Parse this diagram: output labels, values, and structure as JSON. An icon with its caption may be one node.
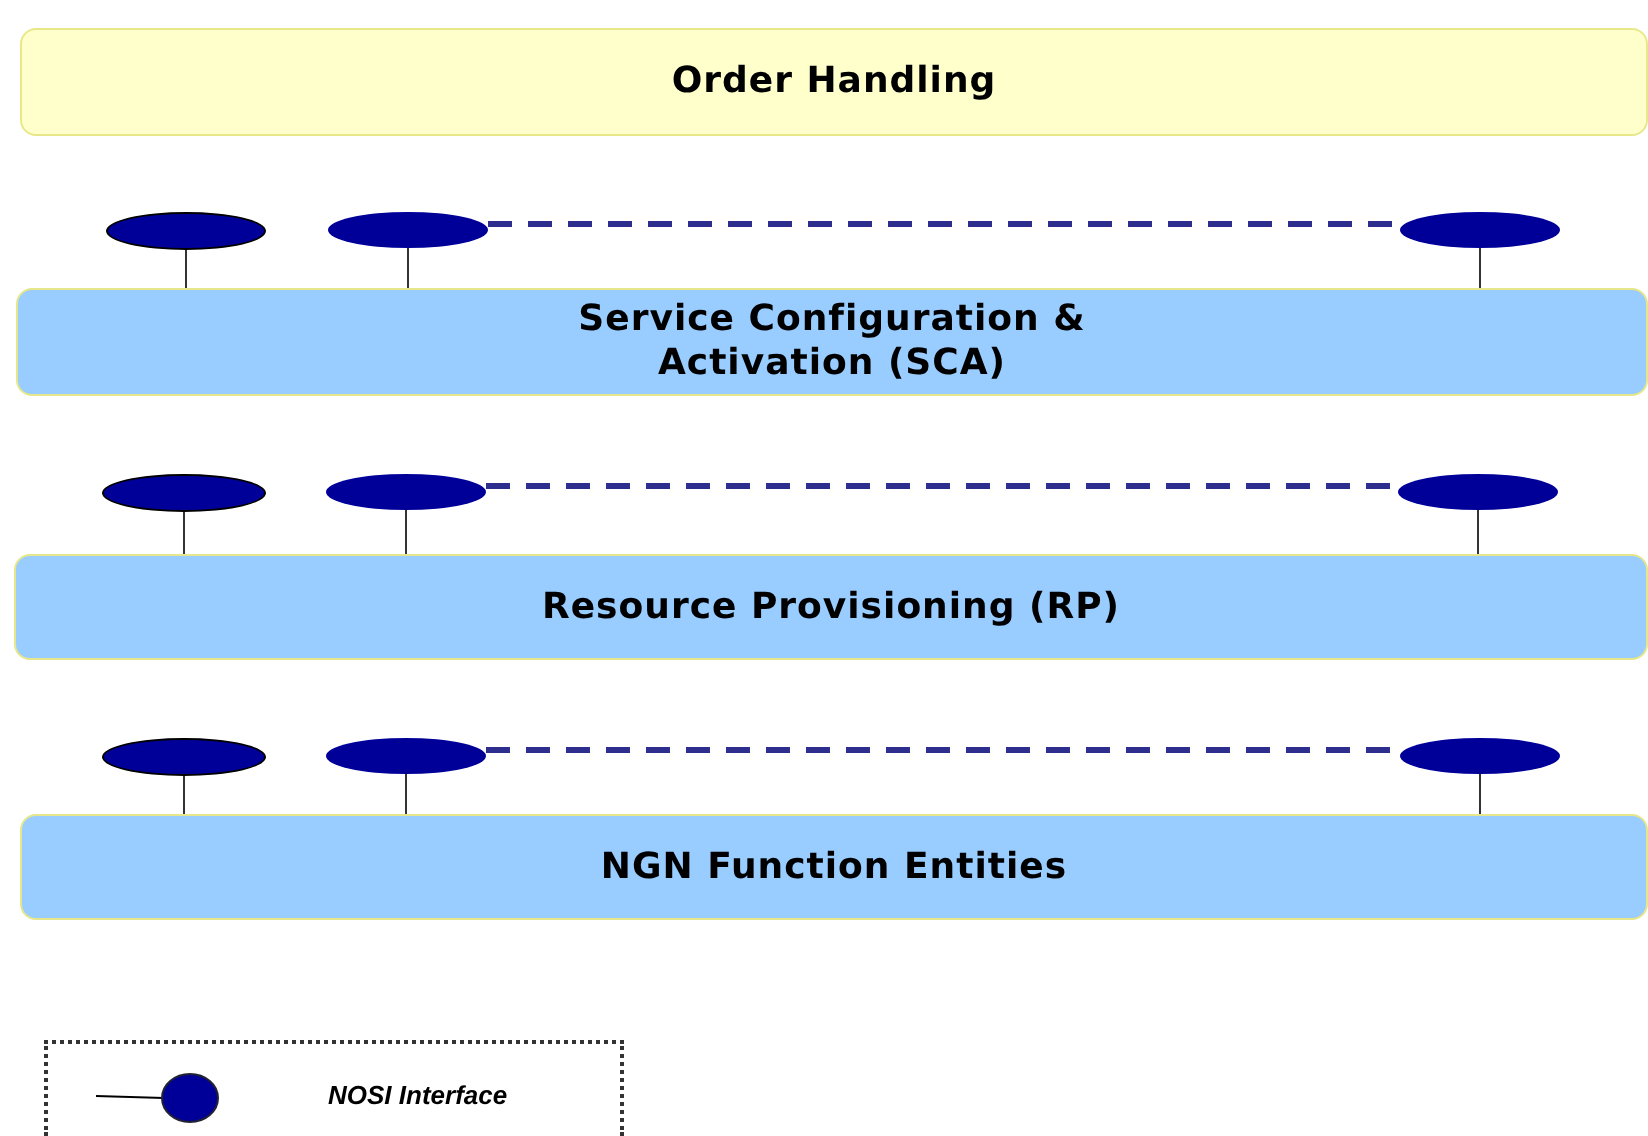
{
  "diagram": {
    "nodes": [
      {
        "text": [
          "Order Handling"
        ]
      },
      {
        "text": [],
        "shape": "ellipse"
      },
      {
        "text": [],
        "shape": "ellipse"
      },
      {
        "text": [],
        "shape": "ellipse"
      },
      {
        "text": [
          "Service Configuration & Activation (SCA)"
        ]
      },
      {
        "text": [],
        "shape": "ellipse"
      },
      {
        "text": [],
        "shape": "ellipse"
      },
      {
        "text": [],
        "shape": "ellipse"
      },
      {
        "text": [
          "Resource Provisioning (RP)"
        ]
      },
      {
        "text": [],
        "shape": "ellipse"
      },
      {
        "text": [],
        "shape": "ellipse"
      },
      {
        "text": [],
        "shape": "ellipse"
      },
      {
        "text": [
          "NGN Function Entities"
        ]
      }
    ],
    "edges": [
      {
        "from": 1,
        "to": 4,
        "arrow": "none"
      },
      {
        "from": 2,
        "to": 4,
        "arrow": "none"
      },
      {
        "from": 3,
        "to": 4,
        "arrow": "none"
      },
      {
        "from": 2,
        "to": 3,
        "arrow": "none",
        "style": "dashed",
        "color": "#2e2e8f"
      },
      {
        "from": 5,
        "to": 8,
        "arrow": "none"
      },
      {
        "from": 6,
        "to": 8,
        "arrow": "none"
      },
      {
        "from": 7,
        "to": 8,
        "arrow": "none"
      },
      {
        "from": 6,
        "to": 7,
        "arrow": "none",
        "style": "dashed",
        "color": "#2e2e8f"
      },
      {
        "from": 9,
        "to": 12,
        "arrow": "none"
      },
      {
        "from": 10,
        "to": 12,
        "arrow": "none"
      },
      {
        "from": 11,
        "to": 12,
        "arrow": "none"
      },
      {
        "from": 10,
        "to": 11,
        "arrow": "none",
        "style": "dashed",
        "color": "#2e2e8f"
      }
    ],
    "legend": [
      {
        "text": "NOSI Interface"
      }
    ]
  }
}
